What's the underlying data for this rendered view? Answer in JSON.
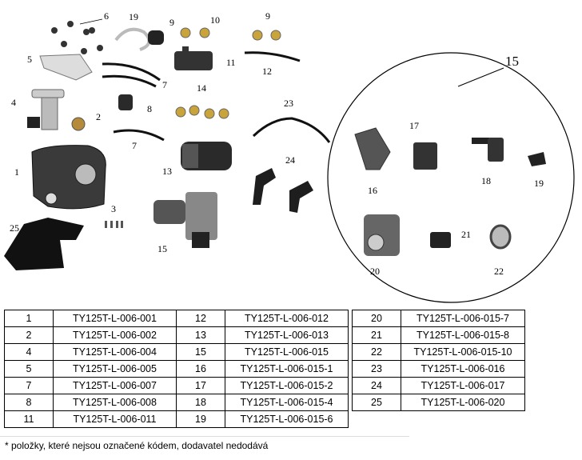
{
  "diagram": {
    "callouts": [
      "1",
      "2",
      "3",
      "4",
      "5",
      "6",
      "7",
      "7",
      "8",
      "9",
      "9",
      "10",
      "11",
      "12",
      "13",
      "14",
      "15",
      "15",
      "16",
      "17",
      "18",
      "19",
      "19",
      "20",
      "21",
      "22",
      "23",
      "24",
      "25"
    ]
  },
  "table1": [
    {
      "num": "1",
      "code": "TY125T-L-006-001"
    },
    {
      "num": "2",
      "code": "TY125T-L-006-002"
    },
    {
      "num": "4",
      "code": "TY125T-L-006-004"
    },
    {
      "num": "5",
      "code": "TY125T-L-006-005"
    },
    {
      "num": "7",
      "code": "TY125T-L-006-007"
    },
    {
      "num": "8",
      "code": "TY125T-L-006-008"
    },
    {
      "num": "11",
      "code": "TY125T-L-006-011"
    }
  ],
  "table2": [
    {
      "num": "12",
      "code": "TY125T-L-006-012"
    },
    {
      "num": "13",
      "code": "TY125T-L-006-013"
    },
    {
      "num": "15",
      "code": "TY125T-L-006-015"
    },
    {
      "num": "16",
      "code": "TY125T-L-006-015-1"
    },
    {
      "num": "17",
      "code": "TY125T-L-006-015-2"
    },
    {
      "num": "18",
      "code": "TY125T-L-006-015-4"
    },
    {
      "num": "19",
      "code": "TY125T-L-006-015-6"
    }
  ],
  "table3": [
    {
      "num": "20",
      "code": "TY125T-L-006-015-7"
    },
    {
      "num": "21",
      "code": "TY125T-L-006-015-8"
    },
    {
      "num": "22",
      "code": "TY125T-L-006-015-10"
    },
    {
      "num": "23",
      "code": "TY125T-L-006-016"
    },
    {
      "num": "24",
      "code": "TY125T-L-006-017"
    },
    {
      "num": "25",
      "code": "TY125T-L-006-020"
    }
  ],
  "footnote": "* položky, které nejsou označené kódem, dodavatel nedodává"
}
